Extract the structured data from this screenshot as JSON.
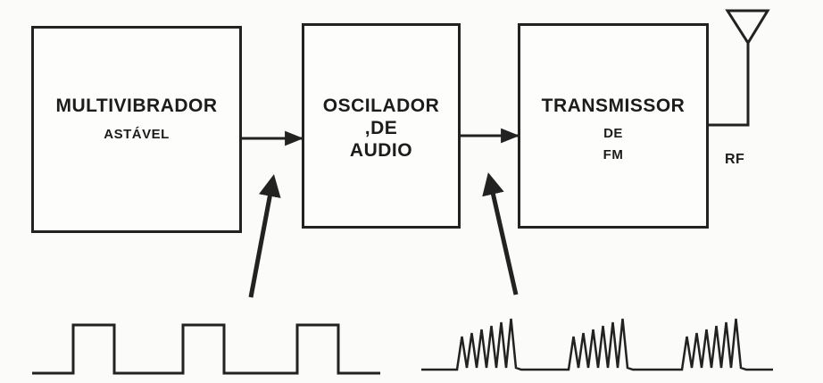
{
  "blocks": {
    "multivibrator": {
      "line1": "MULTIVIBRADOR",
      "line2": "ASTÁVEL"
    },
    "oscillator": {
      "line1": "OSCILADOR",
      "line2": ",DE",
      "line3": "AUDIO"
    },
    "transmitter": {
      "line1": "TRANSMISSOR",
      "line2": "DE",
      "line3": "FM"
    }
  },
  "output": {
    "rf_label": "RF"
  },
  "icons": [
    "antenna-icon",
    "arrow-right-icon",
    "arrow-pointer-icon"
  ],
  "signals": {
    "square_wave": {
      "type": "square",
      "pulses": 3
    },
    "audio_bursts": {
      "type": "burst",
      "bursts": 3
    }
  },
  "colors": {
    "ink": "#222222",
    "paper": "#fbfbf9"
  }
}
